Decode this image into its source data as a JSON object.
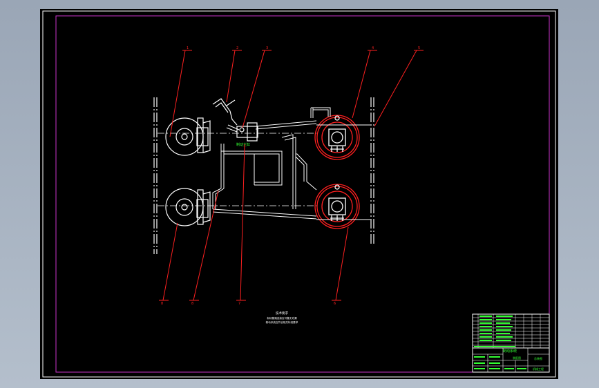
{
  "drawing": {
    "colors": {
      "background": "#000000",
      "frame": "#ffffff",
      "border": "#cc33cc",
      "leader": "#ff2020",
      "drum": "#ff2020",
      "text": "#33ff33",
      "lines": "#ffffff",
      "table": "#ffffff"
    },
    "callouts": [
      "1",
      "2",
      "3",
      "4",
      "5",
      "8",
      "8",
      "7",
      "6"
    ],
    "tech_note": {
      "title": "技术要求",
      "lines": [
        "制动管路连接应可靠无泄漏",
        "制动系统应符合相关标准要求"
      ]
    },
    "component_label": "制动主缸",
    "title_block": {
      "drawing_name": "制动系统",
      "sub_label": "装配图",
      "code": "总装图",
      "school": "机械工程"
    }
  }
}
